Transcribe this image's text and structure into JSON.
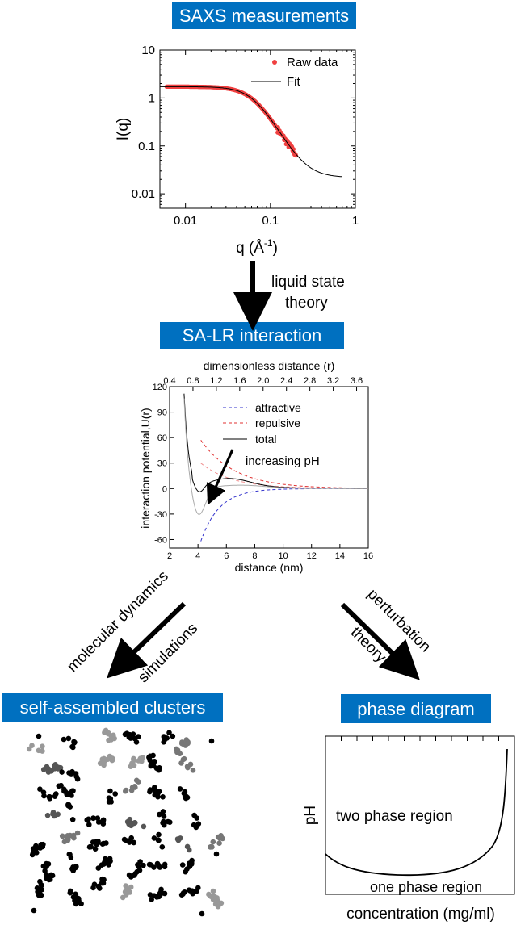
{
  "boxes": {
    "saxs": "SAXS measurements",
    "salr": "SA-LR interaction",
    "clusters": "self-assembled clusters",
    "phase": "phase diagram"
  },
  "arrows": {
    "liquid_1": "liquid state",
    "liquid_2": "theory",
    "md_1": "molecular dynamics",
    "md_2": "simulations",
    "pert_1": "perturbation",
    "pert_2": "theory"
  },
  "colors": {
    "box_blue": "#0070c0",
    "raw_data": "#f04040",
    "attractive": "#3333cc",
    "repulsive": "#e03030"
  },
  "chart_data": [
    {
      "type": "scatter",
      "name": "saxs",
      "xscale": "log",
      "yscale": "log",
      "xlim": [
        0.005,
        1
      ],
      "ylim": [
        0.005,
        10
      ],
      "xlabel": "q (Å",
      "xlabel_sup": "-1",
      "xlabel_end": ")",
      "ylabel": "I(q)",
      "x_ticks": [
        "0.01",
        "0.1",
        "1"
      ],
      "y_ticks": [
        "0.01",
        "0.1",
        "1",
        "10"
      ],
      "legend": {
        "raw": "Raw data",
        "fit": "Fit"
      },
      "legend_position": "top-right",
      "raw_q_range": [
        0.006,
        0.2
      ],
      "fit": {
        "I0": 1.7,
        "q_char": 0.065,
        "exponent": 3.2,
        "background": 0.022,
        "q_range": [
          0.005,
          0.7
        ]
      }
    },
    {
      "type": "line",
      "name": "potential",
      "xlim": [
        2,
        16
      ],
      "ylim": [
        -70,
        120
      ],
      "xlabel": "distance (nm)",
      "ylabel": "interaction potential,U(r)",
      "top_xlabel": "dimensionless distance (r)",
      "x_ticks": [
        "2",
        "4",
        "6",
        "8",
        "10",
        "12",
        "14",
        "16"
      ],
      "y_ticks": [
        "120",
        "90",
        "60",
        "30",
        "0",
        "-30",
        "-60"
      ],
      "top_ticks": [
        "0.4",
        "0.8",
        "1.2",
        "1.6",
        "2.0",
        "2.4",
        "2.8",
        "3.2",
        "3.6"
      ],
      "top_range": [
        0.4,
        3.8
      ],
      "legend": {
        "attractive": "attractive",
        "repulsive": "repulsive",
        "total": "total"
      },
      "legend_position": "top-right",
      "annotation": "increasing pH"
    },
    {
      "type": "line",
      "name": "phase-diagram",
      "xlabel": "concentration (mg/ml)",
      "ylabel": "pH",
      "regions": {
        "two_phase": "two phase region",
        "one_phase": "one phase region"
      }
    }
  ]
}
